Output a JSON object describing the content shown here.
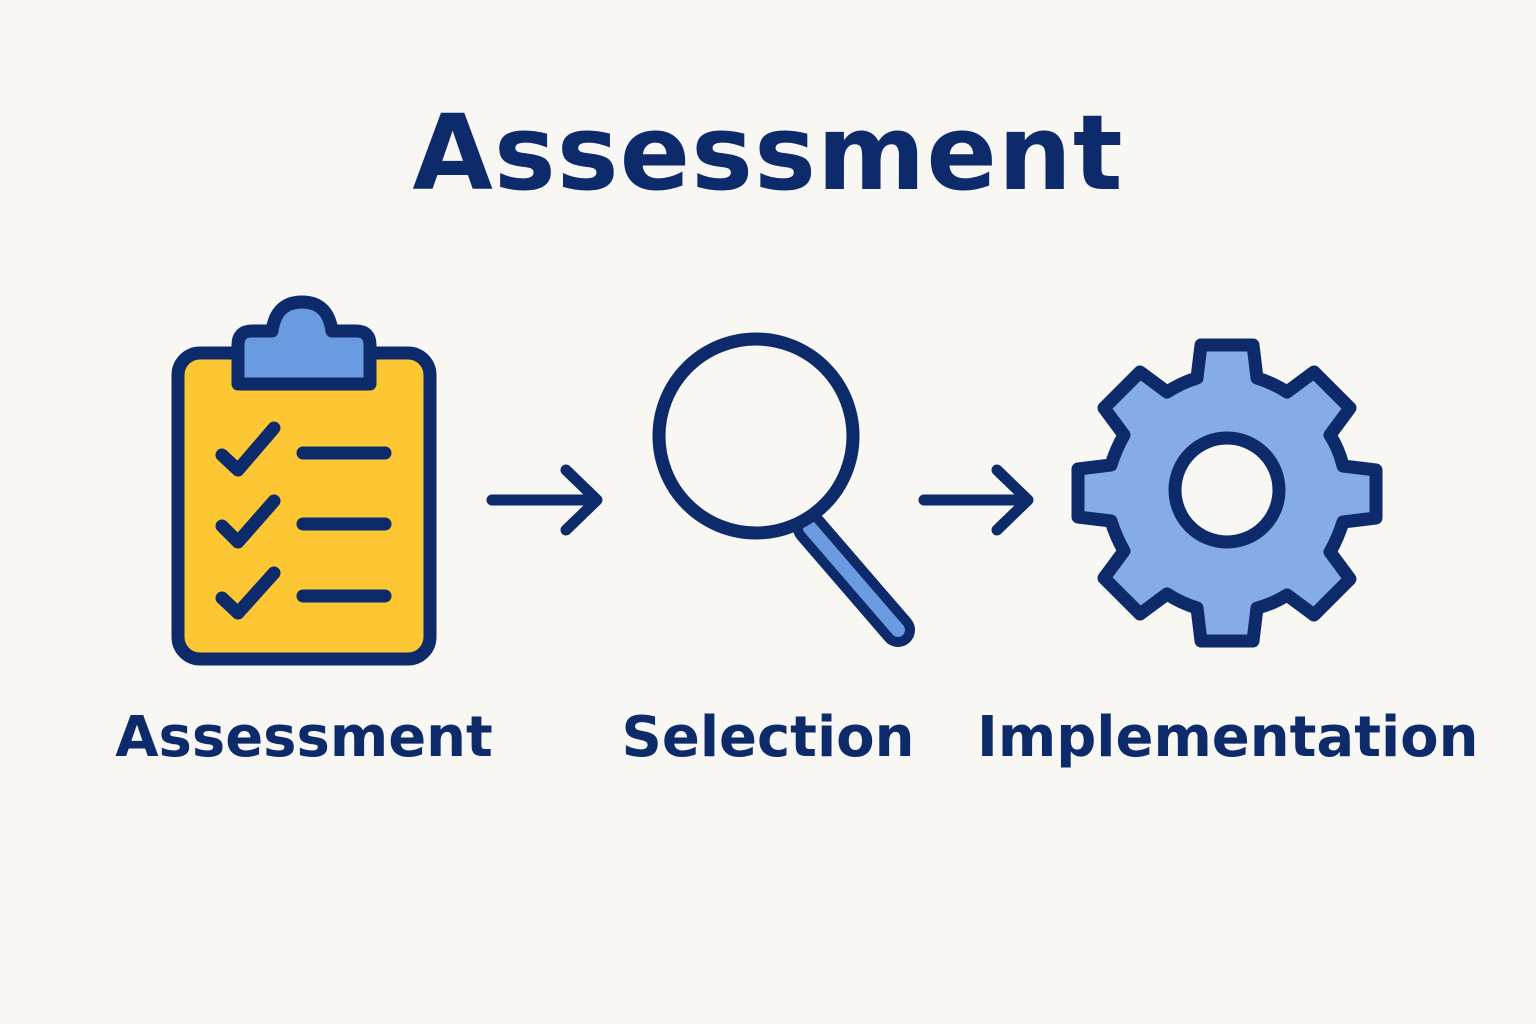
{
  "title": "Assessment",
  "steps": [
    {
      "label": "Assessment",
      "icon": "clipboard-checklist-icon"
    },
    {
      "label": "Selection",
      "icon": "magnifying-glass-icon"
    },
    {
      "label": "Implementation",
      "icon": "gear-icon"
    }
  ],
  "connectors": [
    "arrow-right-icon",
    "arrow-right-icon"
  ],
  "colors": {
    "background": "#f8f7f3",
    "outline": "#0d2a6b",
    "clipboard_fill": "#fdc633",
    "accent_blue": "#6a9ae0",
    "gear_fill": "#86ace6"
  }
}
